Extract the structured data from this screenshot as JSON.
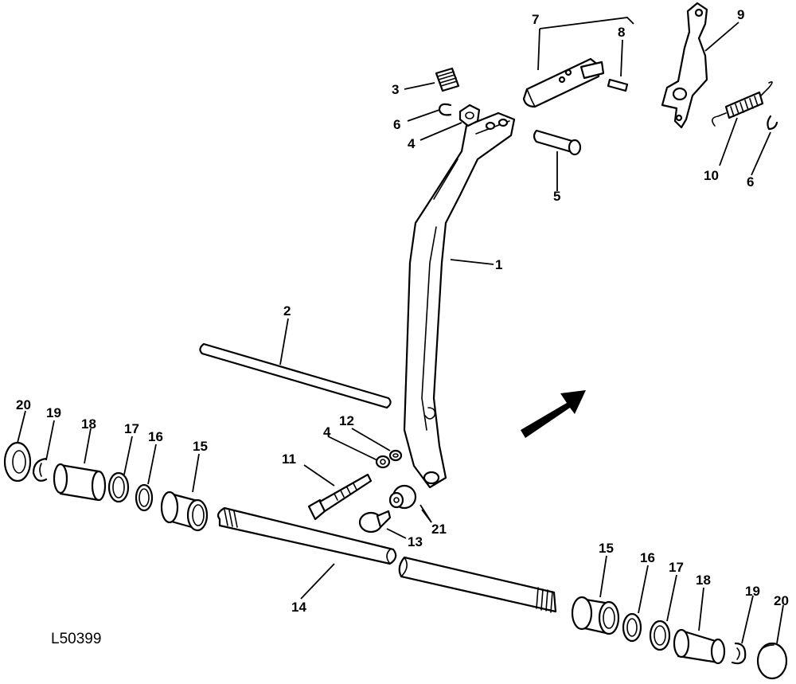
{
  "figure_id": "L50399",
  "callouts": {
    "c1": "1",
    "c2": "2",
    "c3": "3",
    "c4a": "4",
    "c4b": "4",
    "c5": "5",
    "c6a": "6",
    "c6b": "6",
    "c7": "7",
    "c8": "8",
    "c9": "9",
    "c10": "10",
    "c11": "11",
    "c12": "12",
    "c13": "13",
    "c14": "14",
    "c15a": "15",
    "c15b": "15",
    "c16a": "16",
    "c16b": "16",
    "c17a": "17",
    "c17b": "17",
    "c18a": "18",
    "c18b": "18",
    "c19a": "19",
    "c19b": "19",
    "c20a": "20",
    "c20b": "20",
    "c21": "21"
  }
}
